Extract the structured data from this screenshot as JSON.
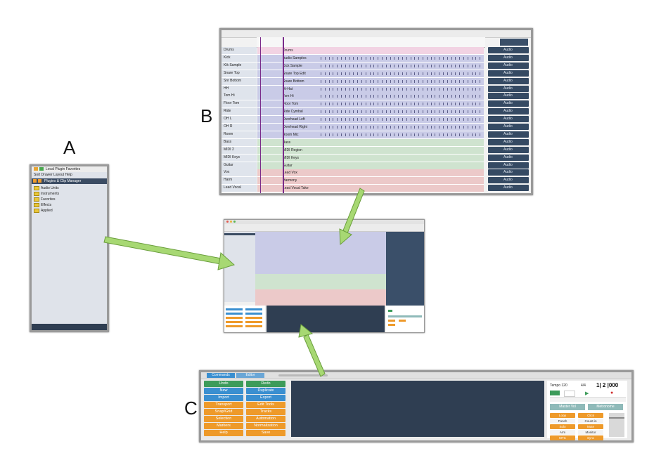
{
  "labels": {
    "a": "A",
    "b": "B",
    "c": "C"
  },
  "panel_a": {
    "toolbar_text": "Local Plugin Favorites",
    "menu_text": "Sort Drawer Layout Help",
    "header": "Plugins & Clip Manager",
    "tree_items": [
      "Audio Units",
      "Instruments",
      "Favorites",
      "Effects",
      "Applied"
    ]
  },
  "panel_b": {
    "tracks": [
      {
        "name": "Drums",
        "region": "Drums",
        "color": "pink"
      },
      {
        "name": "Kick",
        "region": "Audio Samples",
        "color": "purple"
      },
      {
        "name": "Kik Sample",
        "region": "Kick Sample",
        "color": "purple"
      },
      {
        "name": "Snare Top",
        "region": "Snare Top Edit",
        "color": "purple"
      },
      {
        "name": "Snr Bottom",
        "region": "Snare Bottom",
        "color": "purple"
      },
      {
        "name": "HH",
        "region": "Hi-Hat",
        "color": "purple"
      },
      {
        "name": "Tom Hi",
        "region": "Tom Hi",
        "color": "purple"
      },
      {
        "name": "Floor Tom",
        "region": "Floor Tom",
        "color": "purple"
      },
      {
        "name": "Ride",
        "region": "Ride Cymbal",
        "color": "purple"
      },
      {
        "name": "OH L",
        "region": "Overhead Left",
        "color": "purple"
      },
      {
        "name": "OH R",
        "region": "Overhead Right",
        "color": "purple"
      },
      {
        "name": "Room",
        "region": "Room Mic",
        "color": "purple"
      },
      {
        "name": "Bass",
        "region": "Bass",
        "color": "green"
      },
      {
        "name": "MIDI 2",
        "region": "MIDI Region",
        "color": "green"
      },
      {
        "name": "MIDI Keys",
        "region": "MIDI Keys",
        "color": "green"
      },
      {
        "name": "Guitar",
        "region": "Guitar",
        "color": "green"
      },
      {
        "name": "Vox",
        "region": "Lead Vox",
        "color": "red"
      },
      {
        "name": "Harm",
        "region": "Harmony",
        "color": "red"
      },
      {
        "name": "Lead Vocal",
        "region": "Lead Vocal Take",
        "color": "red"
      }
    ],
    "control_label": "Audio"
  },
  "panel_c": {
    "tabs": [
      "Commands",
      "Editor"
    ],
    "left_buttons": [
      {
        "label": "Undo",
        "color": "green"
      },
      {
        "label": "Redo",
        "color": "green"
      },
      {
        "label": "New",
        "color": "blue"
      },
      {
        "label": "Duplicate",
        "color": "blue"
      },
      {
        "label": "Import",
        "color": "blue"
      },
      {
        "label": "Export",
        "color": "blue"
      },
      {
        "label": "Transport",
        "color": "orange"
      },
      {
        "label": "Edit Tools",
        "color": "orange"
      },
      {
        "label": "Snap/Grid",
        "color": "orange"
      },
      {
        "label": "Tracks",
        "color": "orange"
      },
      {
        "label": "Selection",
        "color": "orange"
      },
      {
        "label": "Automation",
        "color": "orange"
      },
      {
        "label": "Markers",
        "color": "orange"
      },
      {
        "label": "Normalization",
        "color": "orange"
      },
      {
        "label": "Help",
        "color": "orange"
      },
      {
        "label": "Save",
        "color": "orange"
      }
    ],
    "transport": {
      "counter": "1| 2 |000",
      "tempo_label": "Tempo 120",
      "sig_label": "4/4"
    },
    "right_buttons": [
      "Master Vol",
      "Metronome",
      "Loop",
      "Click",
      "Punch",
      "Count-in",
      "Solo",
      "Mute",
      "Arm",
      "Monitor",
      "MTC",
      "Sync"
    ]
  }
}
